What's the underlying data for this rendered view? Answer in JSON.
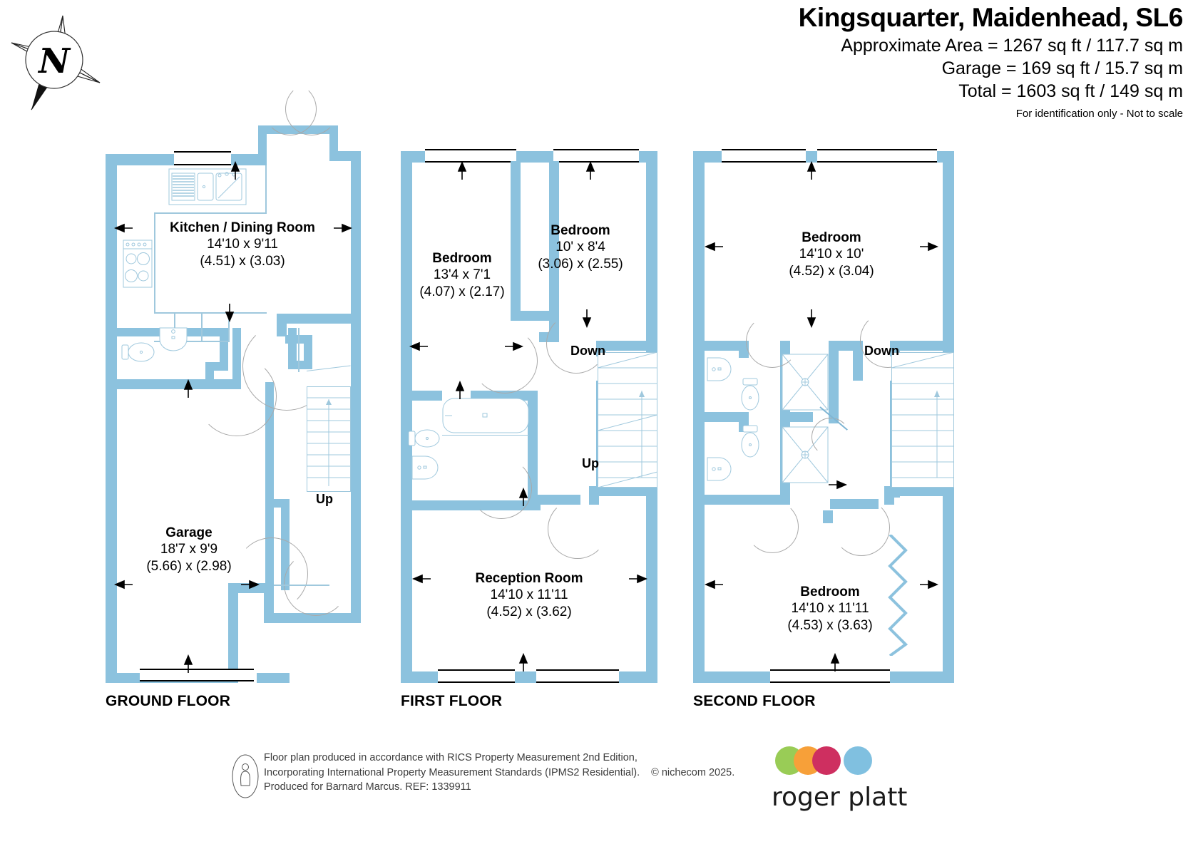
{
  "header": {
    "title": "Kingsquarter, Maidenhead, SL6",
    "approx_area": "Approximate Area = 1267 sq ft / 117.7 sq m",
    "garage_area": "Garage = 169 sq ft / 15.7 sq m",
    "total_area": "Total = 1603 sq ft / 149 sq m",
    "disclaimer": "For identification only - Not to scale"
  },
  "compass": {
    "north_label": "N"
  },
  "floors": [
    {
      "id": "ground",
      "label": "GROUND FLOOR",
      "rooms": [
        {
          "name": "Kitchen / Dining Room",
          "imperial": "14'10 x 9'11",
          "metric": "(4.51) x (3.03)"
        },
        {
          "name": "Garage",
          "imperial": "18'7 x 9'9",
          "metric": "(5.66) x (2.98)"
        }
      ],
      "stairs": [
        {
          "label": "Up"
        }
      ]
    },
    {
      "id": "first",
      "label": "FIRST FLOOR",
      "rooms": [
        {
          "name": "Bedroom",
          "imperial": "13'4 x 7'1",
          "metric": "(4.07) x (2.17)"
        },
        {
          "name": "Bedroom",
          "imperial": "10' x 8'4",
          "metric": "(3.06) x (2.55)"
        },
        {
          "name": "Reception Room",
          "imperial": "14'10 x 11'11",
          "metric": "(4.52) x (3.62)"
        }
      ],
      "stairs": [
        {
          "label": "Down"
        },
        {
          "label": "Up"
        }
      ]
    },
    {
      "id": "second",
      "label": "SECOND FLOOR",
      "rooms": [
        {
          "name": "Bedroom",
          "imperial": "14'10 x 10'",
          "metric": "(4.52) x (3.04)"
        },
        {
          "name": "Bedroom",
          "imperial": "14'10 x 11'11",
          "metric": "(4.53) x (3.63)"
        }
      ],
      "stairs": [
        {
          "label": "Down"
        }
      ]
    }
  ],
  "footer": {
    "line1": "Floor plan produced in accordance with RICS Property Measurement 2nd Edition,",
    "line2_a": "Incorporating International Property Measurement Standards (IPMS2 Residential).",
    "line2_b": "© nichecom 2025.",
    "line3": "Produced for Barnard Marcus.   REF: 1339911",
    "brand": "roger platt"
  },
  "colors": {
    "wall": "#8cc2de",
    "fixture_line": "#9fc8dd",
    "logo_green": "#8cc63f",
    "logo_orange": "#f7941e",
    "logo_crimson": "#c8134b",
    "logo_blue": "#6fb8dc"
  }
}
